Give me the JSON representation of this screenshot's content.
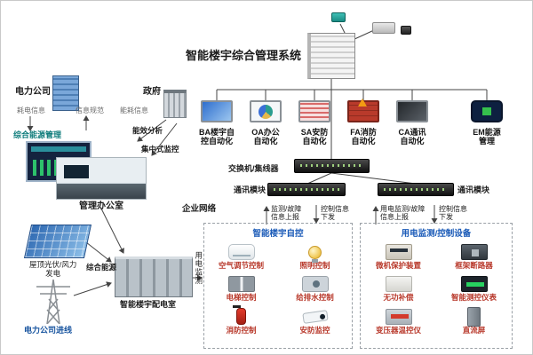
{
  "title": "智能楼宇综合管理系统",
  "subsystems": [
    {
      "l1": "BA楼宇自",
      "l2": "控自动化"
    },
    {
      "l1": "OA办公",
      "l2": "自动化"
    },
    {
      "l1": "SA安防",
      "l2": "自动化"
    },
    {
      "l1": "FA消防",
      "l2": "自动化"
    },
    {
      "l1": "CA通讯",
      "l2": "自动化"
    },
    {
      "l1": "EM能源",
      "l2": "管理"
    }
  ],
  "network": {
    "switch_label": "交换机/集线器",
    "comm_module_left": "通讯模块",
    "comm_module_right": "通讯模块",
    "enterprise_label": "企业网络",
    "left_up_l1": "监测/故障",
    "left_up_l2": "信息上报",
    "left_down_l1": "控制信息",
    "left_down_l2": "下发",
    "right_up_l1": "用电监测/故障",
    "right_up_l2": "信息上报",
    "right_down_l1": "控制信息",
    "right_down_l2": "下发"
  },
  "building_box": {
    "title": "智能楼宇自控",
    "items": [
      "空气调节控制",
      "照明控制",
      "电梯控制",
      "给排水控制",
      "消防控制",
      "安防监控"
    ]
  },
  "power_box": {
    "title": "用电监测/控制设备",
    "items": [
      "微机保护装置",
      "框架断路器",
      "无功补偿",
      "智能测控仪表",
      "变压器温控仪",
      "直流屏"
    ]
  },
  "left_panel": {
    "power_company": "电力公司",
    "power_info": "耗电信息",
    "info_standard": "信息规范",
    "government": "政府",
    "energy_info": "能耗信息",
    "energy_analysis": "能效分析",
    "central_monitor": "集中式监控",
    "energy_mgmt": "综合能源管理",
    "office": "管理办公室"
  },
  "bottom_left": {
    "pv_l1": "屋顶光伏/风力",
    "pv_l2": "发电",
    "integrated_energy": "综合能源",
    "grid_line": "电力公司进线",
    "distribution_room": "智能楼宇配电室",
    "power_monitor": "用电监测"
  },
  "colors": {
    "accent_blue": "#1b5bb8",
    "label_red": "#b8382a",
    "wire": "#444444"
  }
}
